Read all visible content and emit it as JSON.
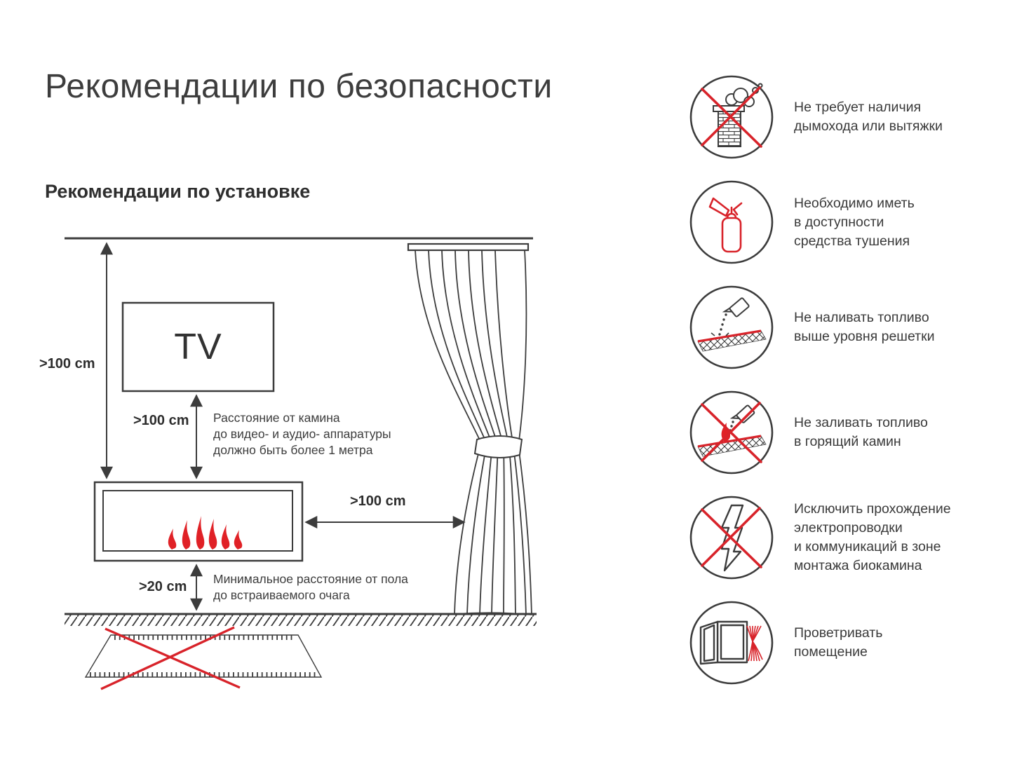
{
  "page": {
    "title": "Рекомендации по безопасности",
    "subtitle": "Рекомендации по установке"
  },
  "diagram": {
    "tv_label": "TV",
    "dim_ceiling_to_fireplace": ">100 cm",
    "dim_tv_to_fireplace": ">100 cm",
    "dim_fireplace_to_curtain": ">100 cm",
    "dim_floor_to_fireplace": ">20 cm",
    "note_tv": "Расстояние от камина\nдо видео- и аудио- аппаратуры\nдолжно быть более 1 метра",
    "note_floor": "Минимальное расстояние от пола\nдо встраиваемого очага"
  },
  "safety_items": [
    {
      "icon": "no-chimney-icon",
      "text": "Не требует наличия\nдымохода или вытяжки"
    },
    {
      "icon": "fire-extinguisher-icon",
      "text": "Необходимо иметь\nв доступности\nсредства тушения"
    },
    {
      "icon": "fuel-above-grate-icon",
      "text": "Не наливать топливо\nвыше уровня решетки"
    },
    {
      "icon": "no-refuel-burning-icon",
      "text": "Не заливать топливо\nв горящий камин"
    },
    {
      "icon": "no-electrical-wiring-icon",
      "text": "Исключить прохождение\nэлектропроводки\nи коммуникаций в зоне\nмонтажа биокамина"
    },
    {
      "icon": "ventilate-room-icon",
      "text": "Проветривать\nпомещение"
    }
  ],
  "colors": {
    "accent_red": "#d8232a",
    "flame_red": "#e02126",
    "line_dark": "#3c3c3c",
    "background": "#ffffff"
  }
}
